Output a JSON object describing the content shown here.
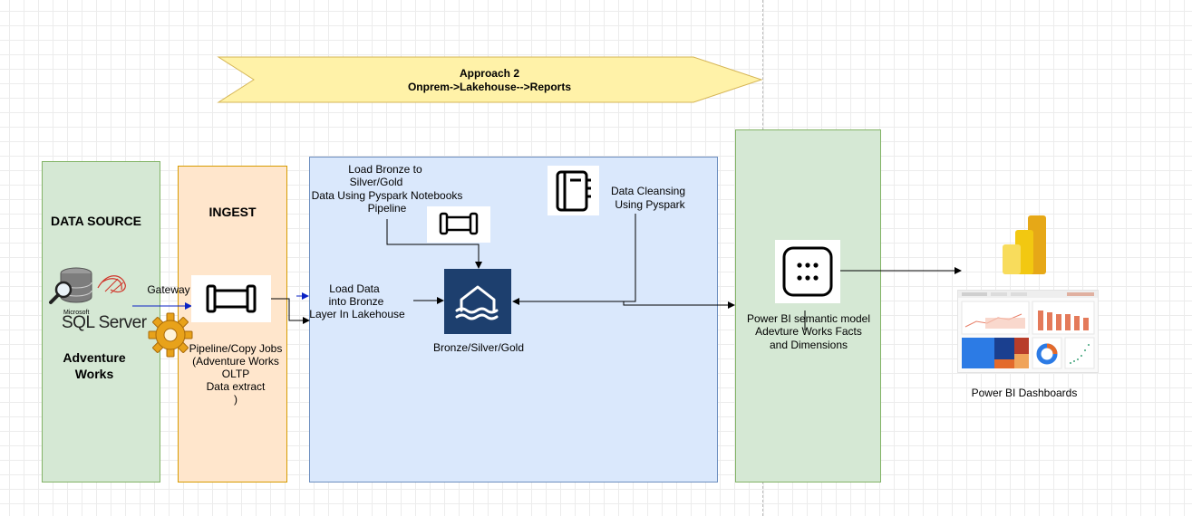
{
  "banner": {
    "line1": "Approach 2",
    "line2": "Onprem->Lakehouse-->Reports"
  },
  "data_source": {
    "title": "DATA SOURCE",
    "sql_small": "Microsoft",
    "sql_label": "SQL Server",
    "name_line1": "Adventure",
    "name_line2": "Works",
    "gateway": "Gateway"
  },
  "ingest": {
    "title": "INGEST",
    "caption": [
      "Pipeline/Copy Jobs",
      "(Adventure Works",
      "OLTP",
      "Data extract",
      ")"
    ]
  },
  "lakehouse": {
    "load_bronze": [
      "Load Data",
      "into Bronze",
      "Layer In Lakehouse"
    ],
    "load_silver": [
      "Load Bronze to",
      "Silver/Gold",
      "Data Using Pyspark Notebooks",
      "Pipeline"
    ],
    "cleansing": [
      "Data Cleansing",
      "Using Pyspark"
    ],
    "lakehouse_label": "Bronze/Silver/Gold"
  },
  "semantic_model": {
    "caption": [
      "Power BI semantic model",
      "Adevture Works Facts",
      "and Dimensions"
    ]
  },
  "dashboards": {
    "label": "Power BI  Dashboards"
  },
  "colors": {
    "green_fill": "#d5e8d4",
    "green_border": "#82b366",
    "orange_fill": "#ffe6cc",
    "orange_border": "#d79b00",
    "blue_fill": "#dae8fc",
    "blue_border": "#6c8ebf",
    "banner_fill": "#fff2a8",
    "banner_border": "#d6b656",
    "lakehouse_tile": "#1d3f6e",
    "powerbi_yellow": "#f2c811"
  }
}
